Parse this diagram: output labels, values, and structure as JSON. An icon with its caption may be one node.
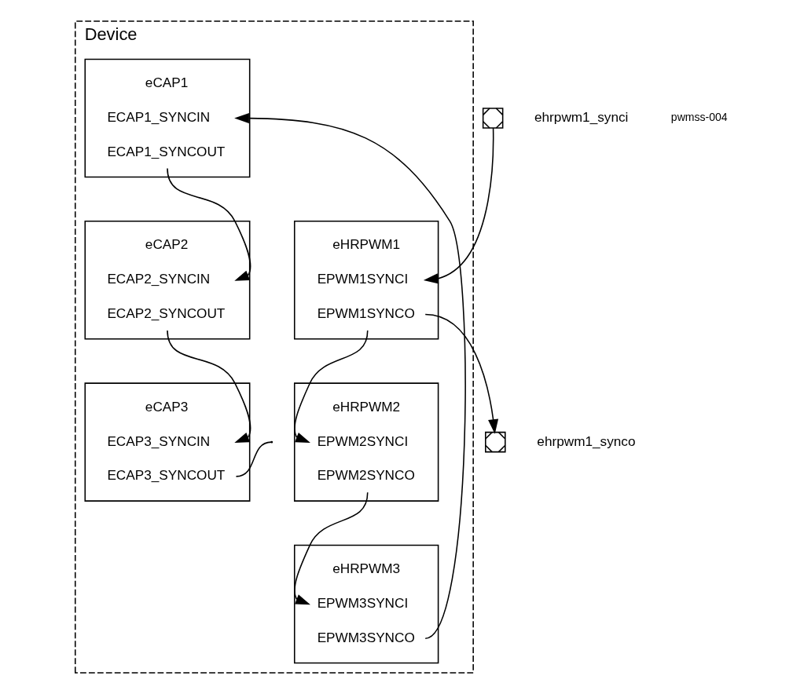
{
  "diagram": {
    "nodes": [
      {
        "text": [
          "Device"
        ]
      },
      {
        "text": [
          "eCAP1",
          "ECAP1_SYNCIN",
          "ECAP1_SYNCOUT"
        ],
        "in": 0
      },
      {
        "text": [
          "eCAP2",
          "ECAP2_SYNCIN",
          "ECAP2_SYNCOUT"
        ],
        "in": 0
      },
      {
        "text": [
          "eCAP3",
          "ECAP3_SYNCIN",
          "ECAP3_SYNCOUT"
        ],
        "in": 0
      },
      {
        "text": [
          "eHRPWM1",
          "EPWM1SYNCI",
          "EPWM1SYNCO"
        ],
        "in": 0
      },
      {
        "text": [
          "eHRPWM2",
          "EPWM2SYNCI",
          "EPWM2SYNCO"
        ],
        "in": 0
      },
      {
        "text": [
          "eHRPWM3",
          "EPWM3SYNCI",
          "EPWM3SYNCO"
        ],
        "in": 0
      },
      {
        "text": [],
        "shape": "box",
        "beside": [
          "ehrpwm1_synci"
        ]
      },
      {
        "text": [],
        "shape": "box",
        "beside": [
          "ehrpwm1_synco"
        ]
      }
    ],
    "edges": [
      {
        "from": 6,
        "to": 1,
        "arrow": "to"
      },
      {
        "from": 1,
        "to": 2,
        "arrow": "to"
      },
      {
        "from": 2,
        "to": 3,
        "arrow": "to"
      },
      {
        "from": 3,
        "to": null,
        "arrow": "other"
      },
      {
        "from": 7,
        "to": 4,
        "arrow": "to"
      },
      {
        "from": 4,
        "to": 8,
        "arrow": "to"
      },
      {
        "from": 4,
        "to": 5,
        "arrow": "to"
      },
      {
        "from": 5,
        "to": 6,
        "arrow": "to"
      }
    ],
    "labels": [
      "pwmss-004"
    ]
  }
}
